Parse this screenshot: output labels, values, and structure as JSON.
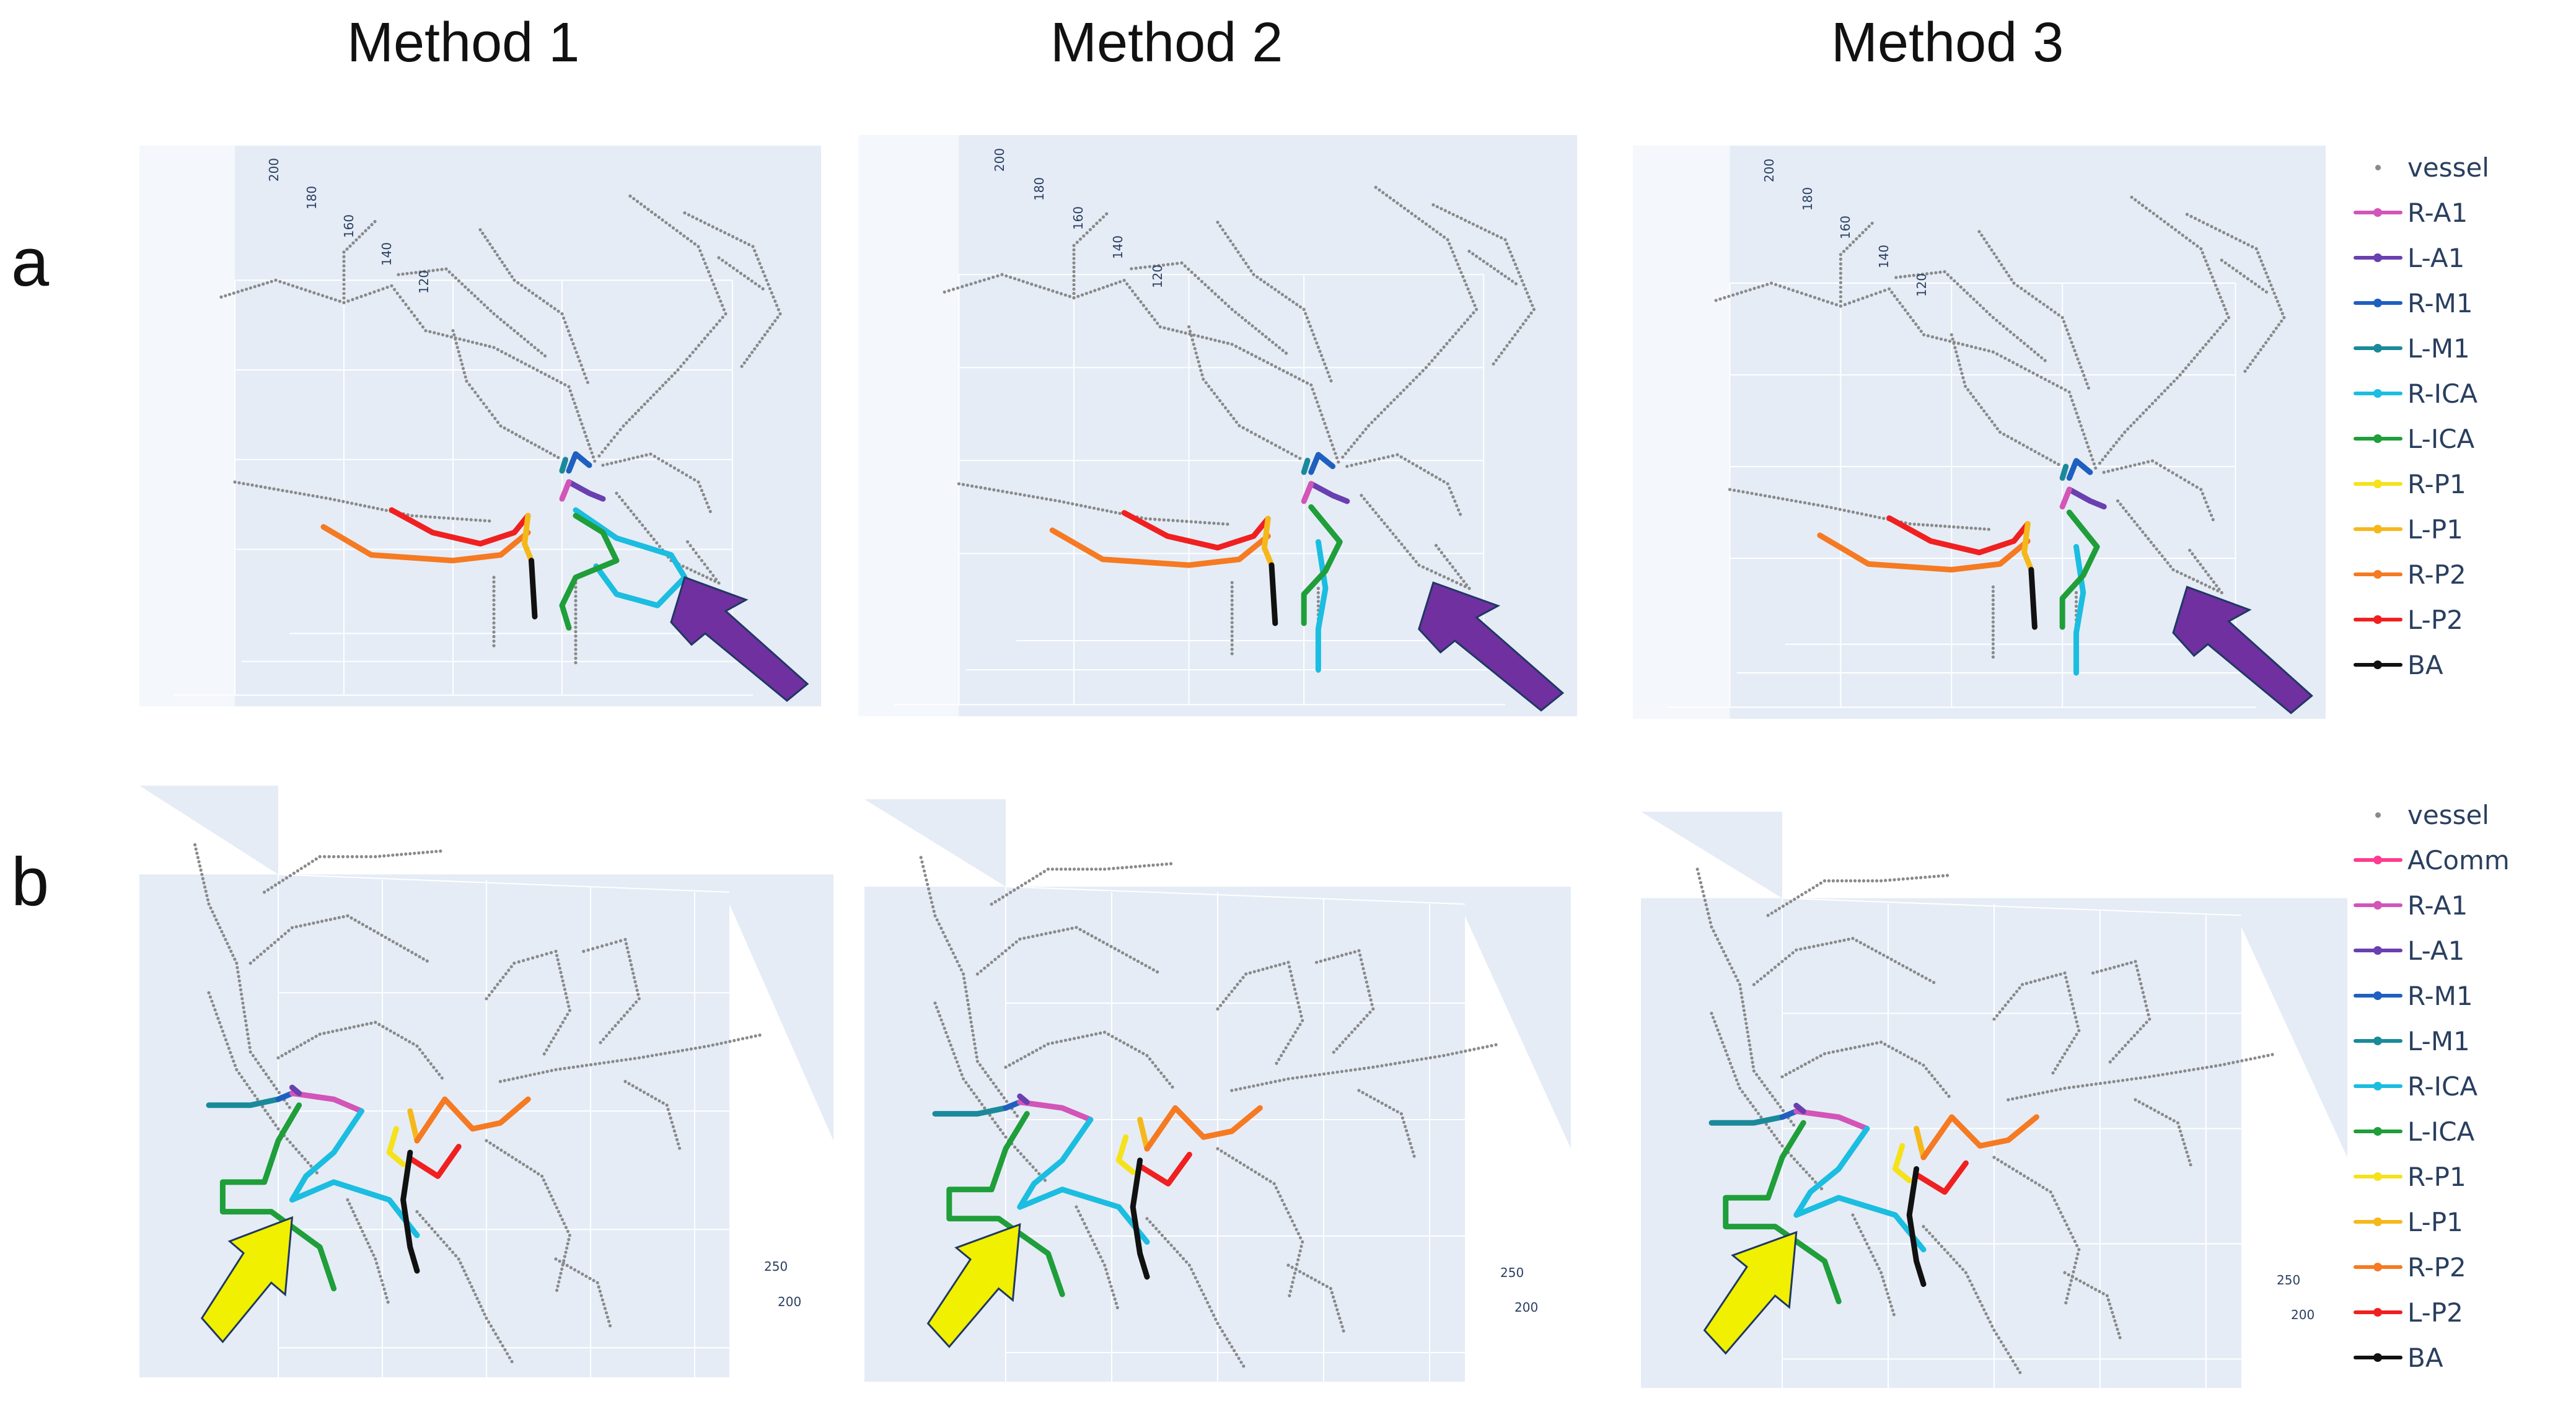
{
  "columns": [
    "Method 1",
    "Method 2",
    "Method 3"
  ],
  "rows": [
    "a",
    "b"
  ],
  "colors": {
    "vessel": "#8a8a8a",
    "AComm": "#ff3b8f",
    "R-A1": "#d255b8",
    "L-A1": "#6a3fb0",
    "R-M1": "#1f5fc0",
    "L-M1": "#1a8a9a",
    "R-ICA": "#1bbde0",
    "L-ICA": "#1f9e3a",
    "R-P1": "#f5e21b",
    "L-P1": "#f5b81b",
    "R-P2": "#f57a22",
    "L-P2": "#f02020",
    "BA": "#111111",
    "purple_arrow": "#7030a0",
    "yellow_arrow": "#f0f000",
    "panel_bg": "#e5ecf6"
  },
  "legend_a": [
    "vessel",
    "R-A1",
    "L-A1",
    "R-M1",
    "L-M1",
    "R-ICA",
    "L-ICA",
    "R-P1",
    "L-P1",
    "R-P2",
    "L-P2",
    "BA"
  ],
  "legend_b": [
    "vessel",
    "AComm",
    "R-A1",
    "L-A1",
    "R-M1",
    "L-M1",
    "R-ICA",
    "L-ICA",
    "R-P1",
    "L-P1",
    "R-P2",
    "L-P2",
    "BA"
  ],
  "axis_ticks_a": [
    "200",
    "180",
    "160",
    "140",
    "120"
  ],
  "axis_ticks_b": [
    "250",
    "200"
  ],
  "icons": {
    "arrow_a": "purple-arrow-icon",
    "arrow_b": "yellow-arrow-icon"
  }
}
